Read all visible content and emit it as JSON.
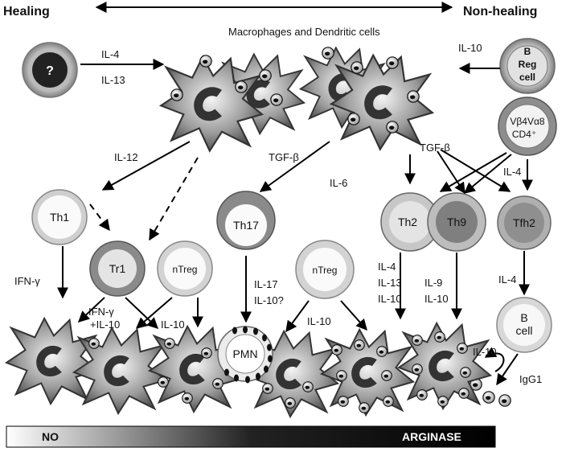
{
  "header": {
    "left": "Healing",
    "right": "Non-healing",
    "title": "Macrophages and Dendritic cells"
  },
  "cells": {
    "unknown": "?",
    "breg": [
      "B",
      "Reg",
      "cell"
    ],
    "vb4": "Vβ4Vα8",
    "cd4": "CD4⁺",
    "th1": "Th1",
    "tr1": "Tr1",
    "ntreg1": "nTreg",
    "th17": "Th17",
    "ntreg2": "nTreg",
    "th2": "Th2",
    "th9": "Th9",
    "tfh2": "Tfh2",
    "bcell": [
      "B",
      "cell"
    ],
    "pmn": "PMN"
  },
  "labels": {
    "il4_top": "IL-4",
    "il13_top": "IL-13",
    "il10_breg": "IL-10",
    "il12": "IL-12",
    "tgfb_th17": "TGF-β",
    "il6": "IL-6",
    "tgfb_th2": "TGF-β",
    "il4_tfh": "IL-4",
    "ifng": "IFN-γ",
    "ifng_il10": "IFN-γ",
    "plus_il10": "+IL-10",
    "il10_ntreg": "IL-10",
    "il17": "IL-17",
    "il10q": "IL-10?",
    "il10_ntreg2": "IL-10",
    "th2_cyt": [
      "IL-4",
      "IL-13",
      "IL-10"
    ],
    "th9_cyt": [
      "IL-9",
      "IL-10"
    ],
    "il4_b": "IL-4",
    "il10_mac": "IL-10",
    "igg1": "IgG1"
  },
  "bar": {
    "left": "NO",
    "right": "ARGINASE"
  }
}
